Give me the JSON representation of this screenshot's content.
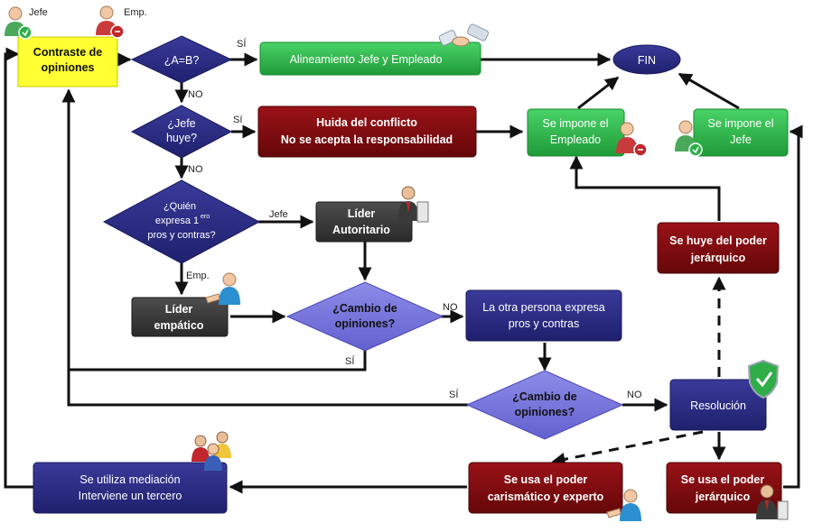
{
  "colors": {
    "yellow": "#ffff33",
    "green": "#2eb54a",
    "dark_red": "#7c0a0e",
    "navy": "#2a2a82",
    "diamond_navy": "#2f2f88",
    "diamond_light": "#7b79dd",
    "dark_gray": "#3b3b3b",
    "arrow": "#111111"
  },
  "people_labels": {
    "boss": "Jefe",
    "employee": "Emp."
  },
  "nodes": {
    "contraste": {
      "line1": "Contraste de",
      "line2": "opiniones"
    },
    "a_b": {
      "line1": "¿A=B?"
    },
    "alineamiento": {
      "line1": "Alineamiento Jefe y Empleado"
    },
    "fin": {
      "line1": "FIN"
    },
    "jefe_huye": {
      "line1": "¿Jefe",
      "line2": "huye?"
    },
    "huida": {
      "line1": "Huida del conflicto",
      "line2": "No se acepta la responsabilidad"
    },
    "impone_empleado": {
      "line1": "Se impone el",
      "line2": "Empleado"
    },
    "impone_jefe": {
      "line1": "Se impone el",
      "line2": "Jefe"
    },
    "quien": {
      "line1": "¿Quién",
      "line2a": "expresa 1",
      "line2sup": "ero",
      "line3": "pros y contras?"
    },
    "lider_autoritario": {
      "line1": "Líder",
      "line2": "Autoritario"
    },
    "lider_empatico": {
      "line1": "Líder",
      "line2": "empático"
    },
    "cambio1": {
      "line1": "¿Cambio de",
      "line2": "opiniones?"
    },
    "otra_persona": {
      "line1": "La otra persona expresa",
      "line2": "pros y contras"
    },
    "huye_poder": {
      "line1": "Se huye del poder",
      "line2": "jerárquico"
    },
    "cambio2": {
      "line1": "¿Cambio de",
      "line2": "opiniones?"
    },
    "resolucion": {
      "line1": "Resolución"
    },
    "mediacion": {
      "line1": "Se utiliza mediación",
      "line2": "Interviene un tercero"
    },
    "carismatico": {
      "line1": "Se usa el poder",
      "line2": "carismático y experto"
    },
    "jerarquico": {
      "line1": "Se usa el poder",
      "line2": "jerárquico"
    }
  },
  "edge_labels": {
    "si_ab": "SÍ",
    "no_ab": "NO",
    "si_huye": "Sí",
    "no_huye": "NO",
    "jefe": "Jefe",
    "emp": "Emp.",
    "no_cambio1": "NO",
    "si_cambio1": "SÍ",
    "si_cambio2": "SÍ",
    "no_cambio2": "NO"
  }
}
